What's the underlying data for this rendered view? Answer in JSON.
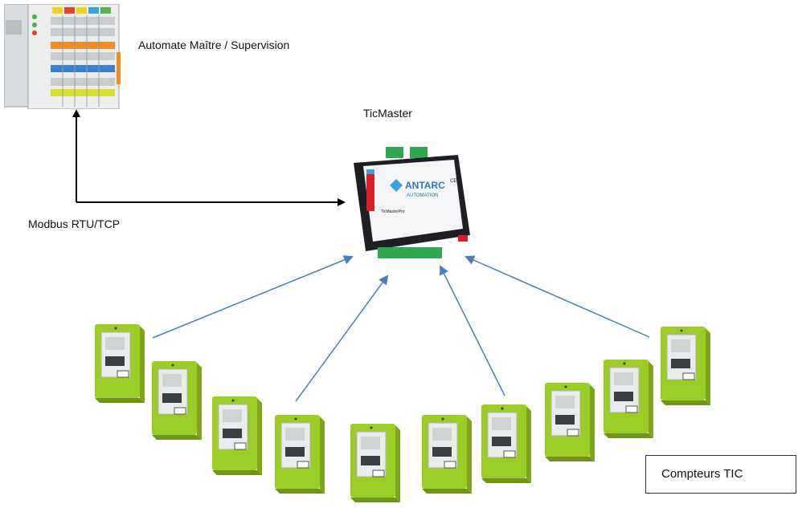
{
  "labels": {
    "plc": "Automate Maître / Supervision",
    "ticmaster": "TicMaster",
    "protocol": "Modbus RTU/TCP",
    "legend": "Compteurs TIC"
  },
  "device": {
    "brand_line1": "ANTARC",
    "brand_line2": "AUTOMATION",
    "model": "TicMasterPro",
    "ce_mark": "CE"
  },
  "colors": {
    "meter_green": "#9ccd27",
    "arrow_blue": "#4a7ebb",
    "arrow_black": "#000000",
    "connector_green": "#2fa84f"
  }
}
